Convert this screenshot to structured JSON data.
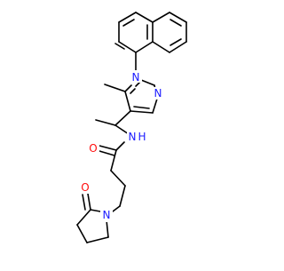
{
  "molecule": {
    "atom_labels": {
      "n_pyrazole_1": "N",
      "n_pyrazole_2": "N",
      "n_amide": "N",
      "h_amide": "H",
      "o_amide": "O",
      "n_lactam": "N",
      "o_lactam": "O"
    },
    "colors": {
      "nitrogen": "#1a1aff",
      "oxygen": "#ff0d0d",
      "carbon": "#000000"
    }
  }
}
